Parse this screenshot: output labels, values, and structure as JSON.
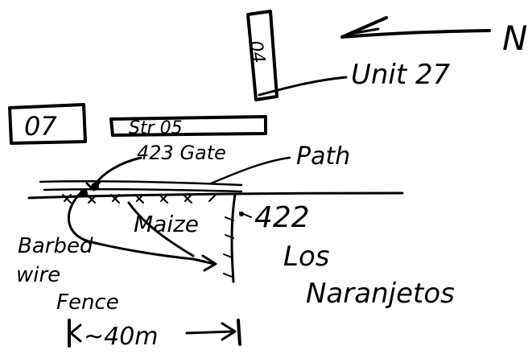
{
  "labels": {
    "north": "N",
    "unit": "Unit 27",
    "feature_04": "04",
    "box_07": "07",
    "structure_05": "Str 05",
    "gate": "423 Gate",
    "path": "Path",
    "maize": "Maize",
    "plot_422": "422",
    "place_line1": "Los",
    "place_line2": "Naranjetos",
    "fence_line1": "Barbed",
    "fence_line2": "wire",
    "fence_line3": "Fence",
    "scale": "~40m"
  }
}
